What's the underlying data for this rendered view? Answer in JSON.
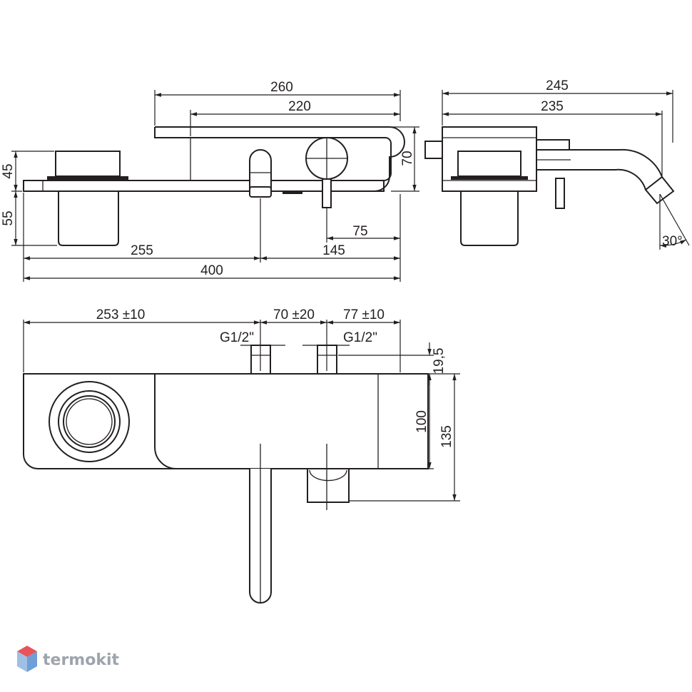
{
  "top_view": {
    "dim_260": "260",
    "dim_220": "220",
    "dim_70": "70",
    "dim_45": "45",
    "dim_55": "55",
    "dim_75": "75",
    "dim_255": "255",
    "dim_145": "145",
    "dim_400": "400"
  },
  "side_view": {
    "dim_245": "245",
    "dim_235": "235",
    "dim_angle": "30°"
  },
  "bottom_view": {
    "dim_253": "253 ±10",
    "dim_70_20": "70 ±20",
    "dim_77": "77 ±10",
    "thread_left": "G1/2\"",
    "thread_right": "G1/2\"",
    "dim_19_5": "19,5",
    "dim_100": "100",
    "dim_135": "135"
  },
  "brand": {
    "name": "termokit"
  }
}
